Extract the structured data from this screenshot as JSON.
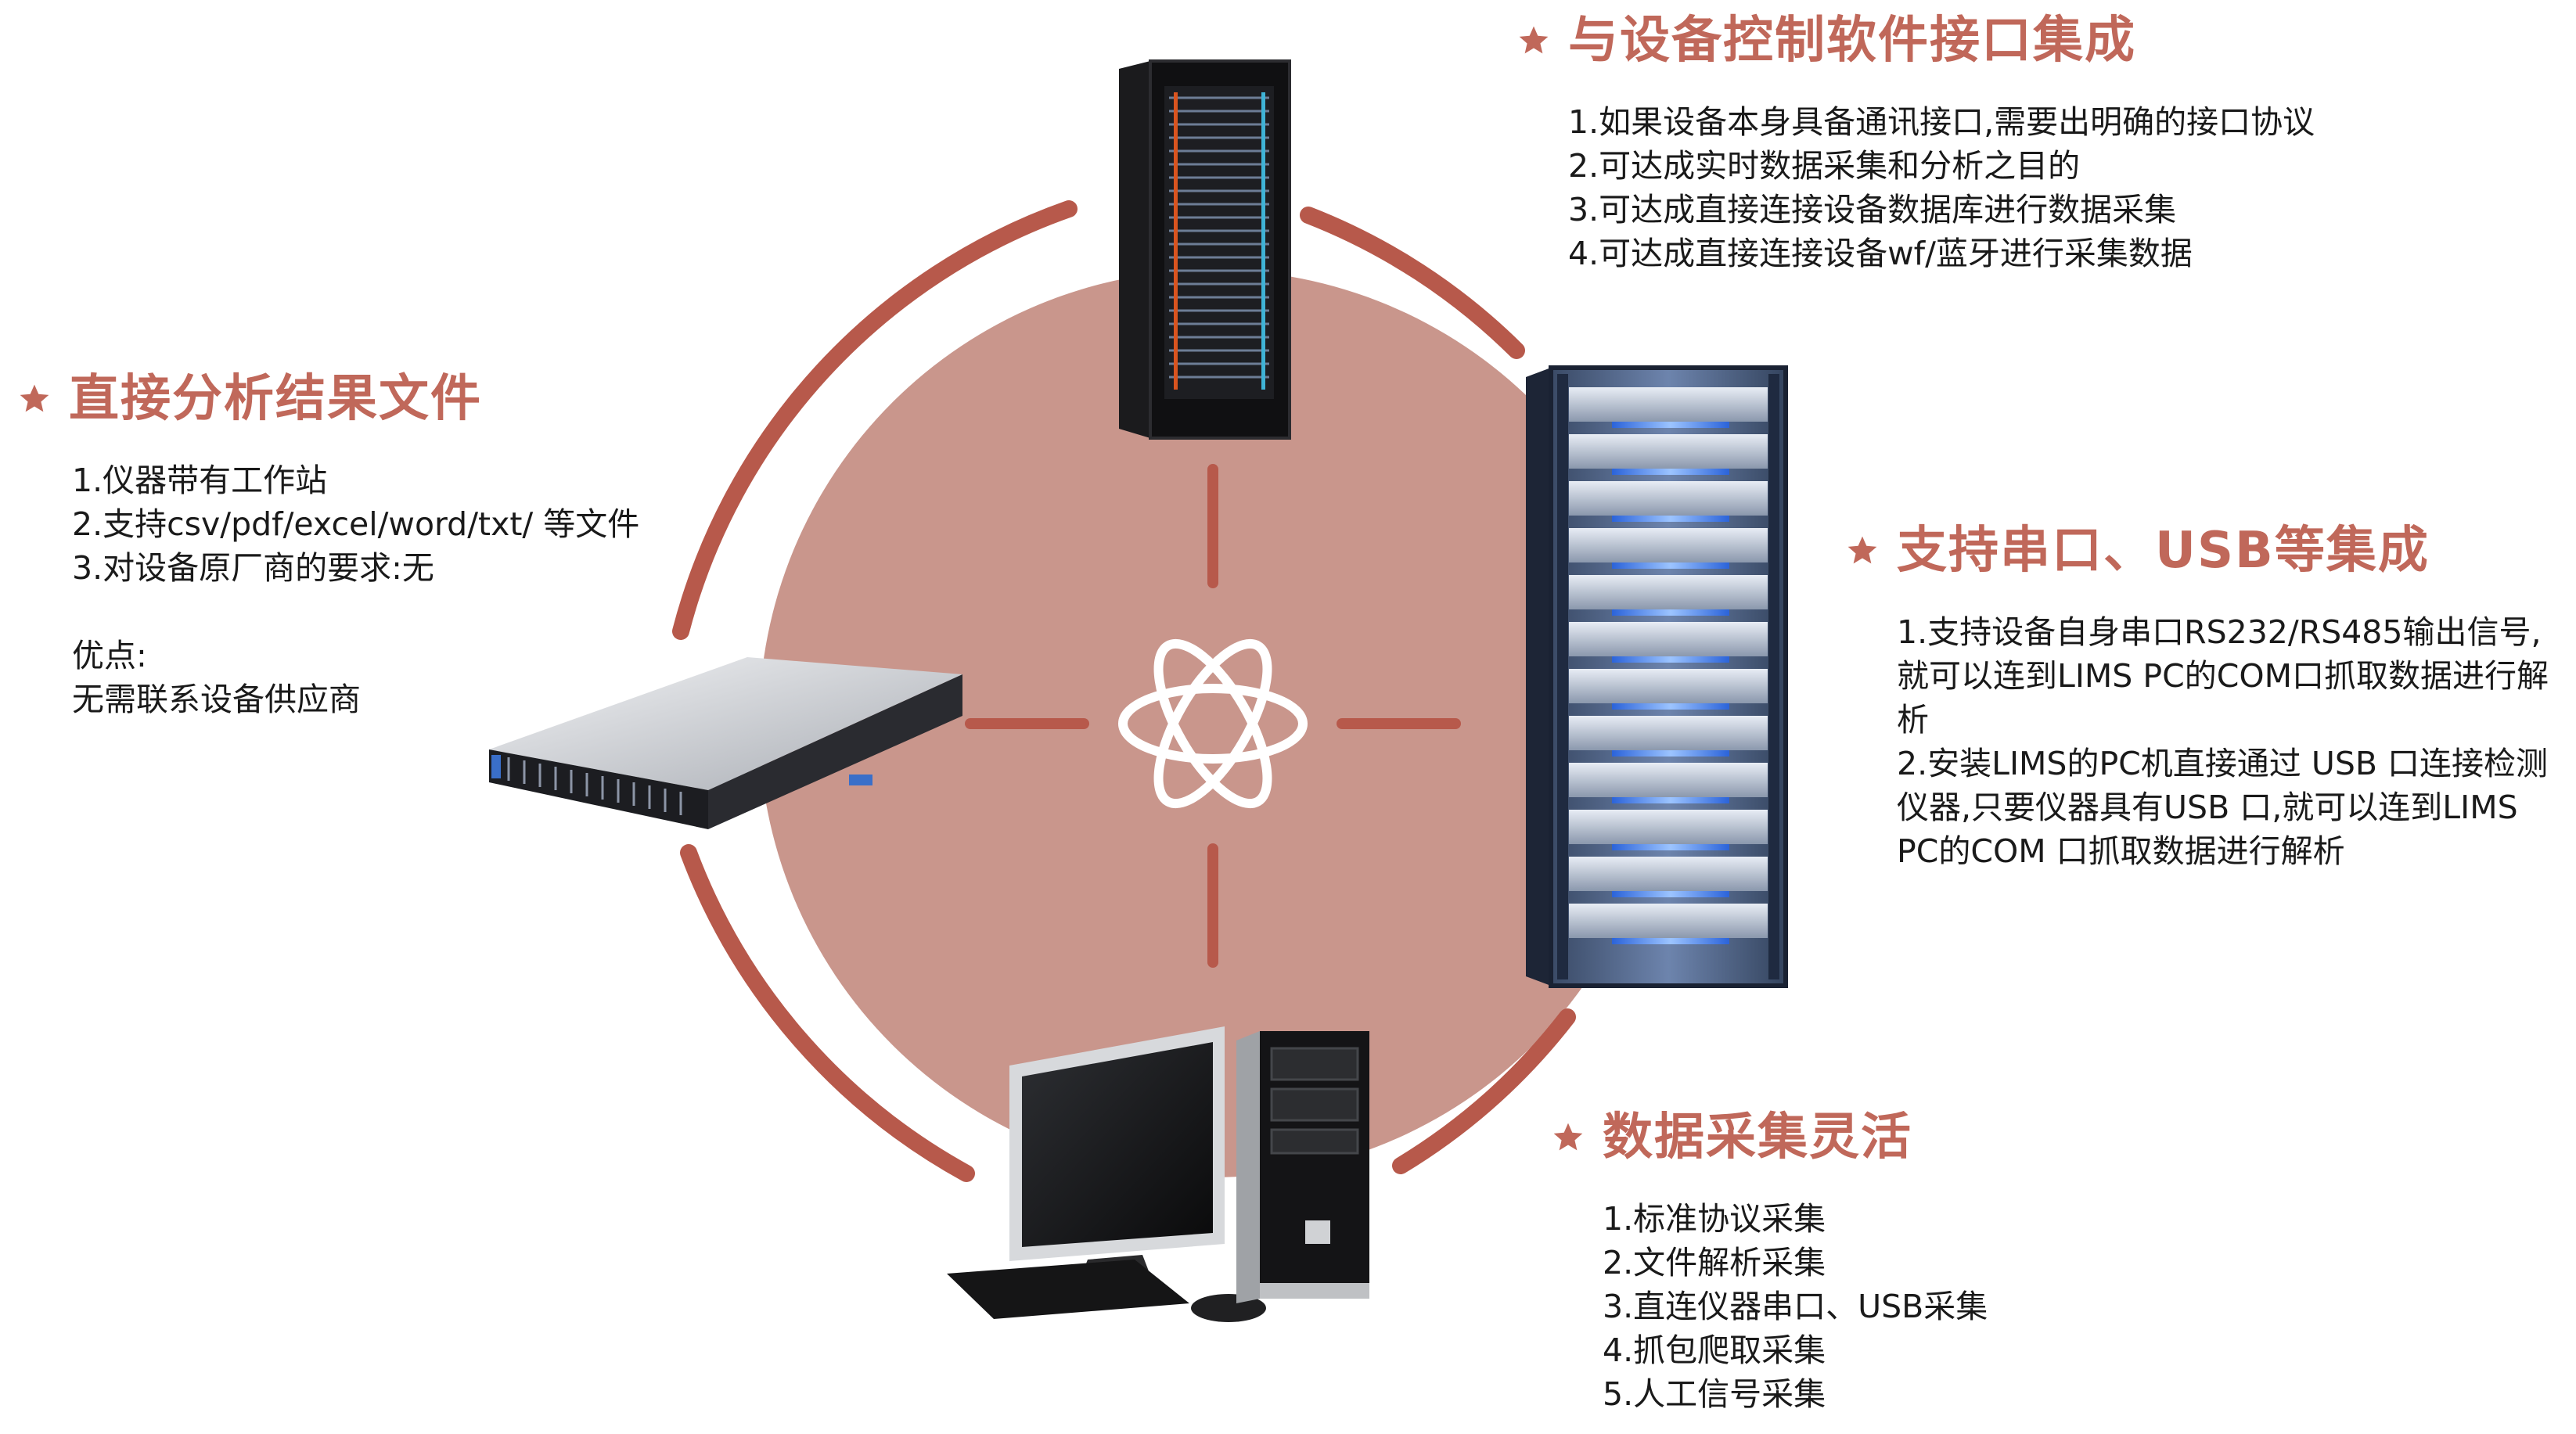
{
  "colors": {
    "accent": "#c0685a",
    "ring": "#b7594b",
    "disc": "#c9968c",
    "text": "#1a1a1a"
  },
  "center": {
    "icon": "atom-icon"
  },
  "sections": {
    "top_right": {
      "title": "与设备控制软件接口集成",
      "icon": "star-icon",
      "lines": [
        "1.如果设备本身具备通讯接口,需要出明确的接口协议",
        "2.可达成实时数据采集和分析之目的",
        "3.可达成直接连接设备数据库进行数据采集",
        "4.可达成直接连接设备wf/蓝牙进行采集数据"
      ]
    },
    "left": {
      "title": "直接分析结果文件",
      "icon": "star-icon",
      "lines": [
        "1.仪器带有工作站",
        "2.支持csv/pdf/excel/word/txt/ 等文件",
        "3.对设备原厂商的要求:无"
      ],
      "advantage_label": "优点:",
      "advantage_text": "无需联系设备供应商"
    },
    "right": {
      "title": "支持串口、USB等集成",
      "icon": "star-icon",
      "lines": [
        "1.支持设备自身串口RS232/RS485输出信号,就可以连到LIMS PC的COM口抓取数据进行解析",
        "2.安装LIMS的PC机直接通过 USB 口连接检测仪器,只要仪器具有USB 口,就可以连到LIMS PC的COM 口抓取数据进行解析"
      ]
    },
    "bottom_right": {
      "title": "数据采集灵活",
      "icon": "star-icon",
      "lines": [
        "1.标准协议采集",
        "2.文件解析采集",
        "3.直连仪器串口、USB采集",
        "4.抓包爬取采集",
        "5.人工信号采集"
      ]
    }
  },
  "devices": [
    "tower-server-image",
    "rack-cabinet-image",
    "rack-server-image",
    "desktop-pc-image"
  ]
}
